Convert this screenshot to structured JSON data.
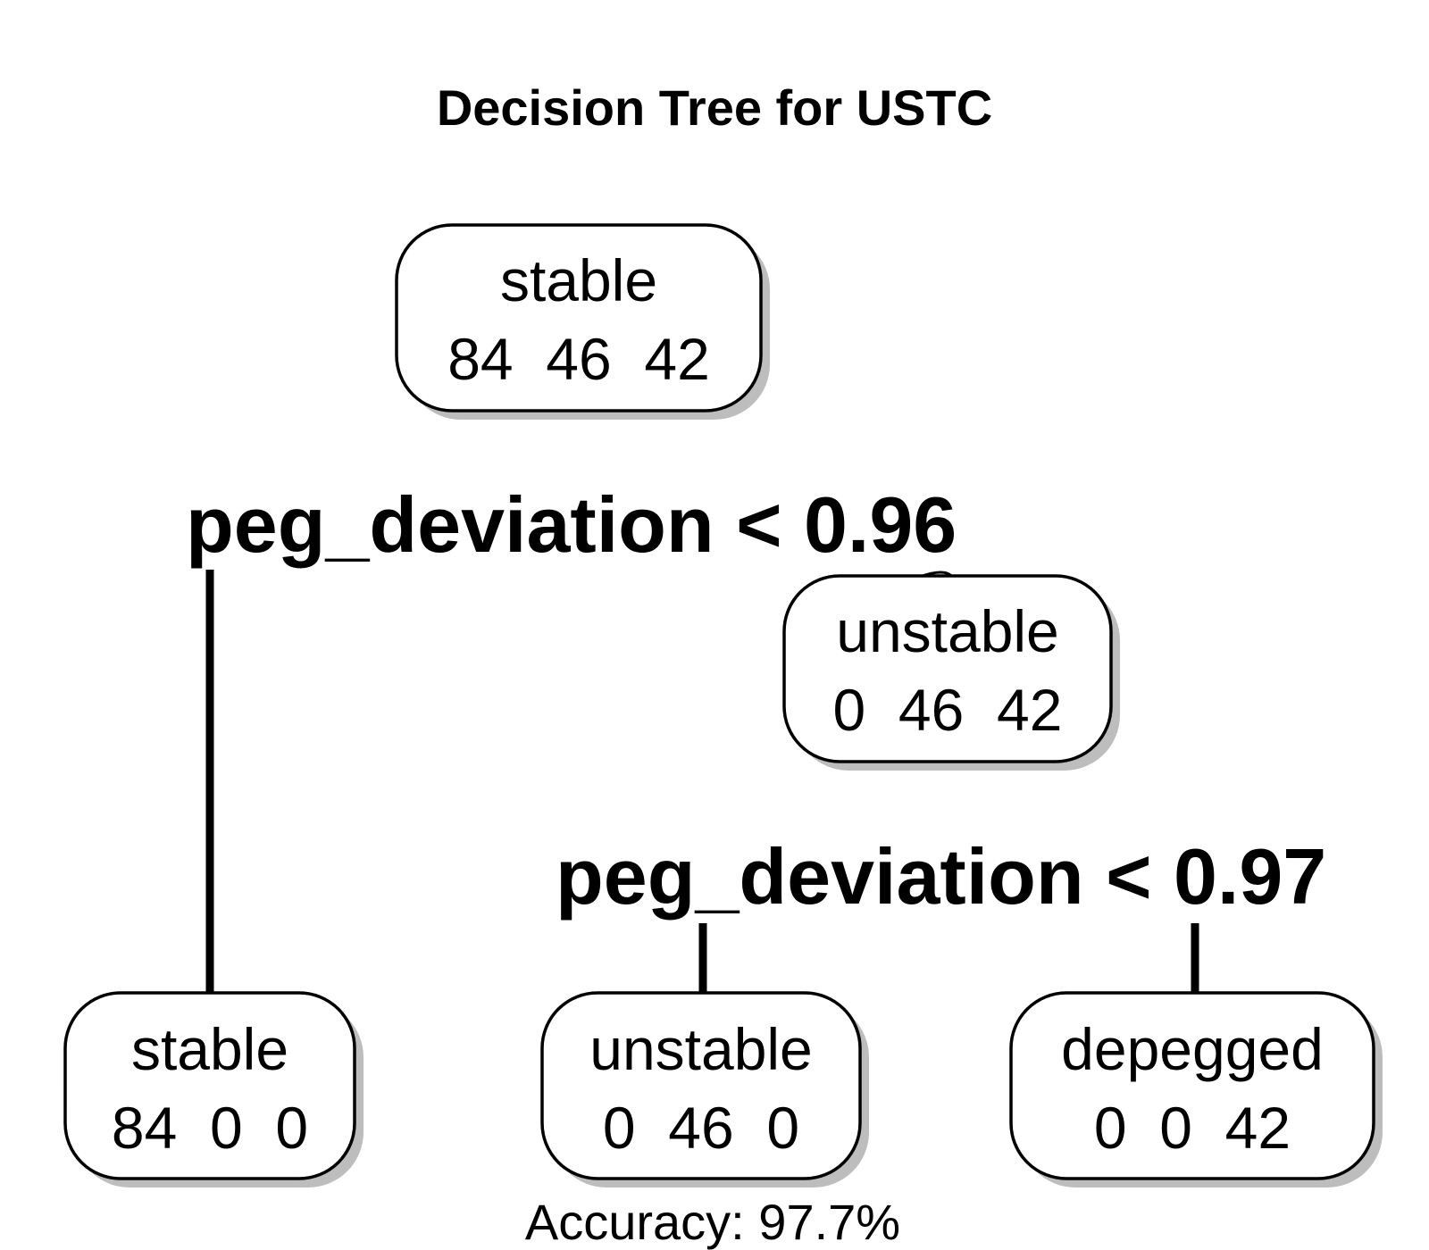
{
  "title": "Decision Tree for USTC",
  "nodes": {
    "root": {
      "class_label": "stable",
      "counts": "84  46  42"
    },
    "internal": {
      "class_label": "unstable",
      "counts": "0  46  42"
    },
    "leaf_stable": {
      "class_label": "stable",
      "counts": "84  0  0"
    },
    "leaf_unstable": {
      "class_label": "unstable",
      "counts": "0  46  0"
    },
    "leaf_depegged": {
      "class_label": "depegged",
      "counts": "0  0  42"
    }
  },
  "splits": {
    "root_split": "peg_deviation < 0.96",
    "internal_split": "peg_deviation < 0.97"
  },
  "caption": "Accuracy: 97.7%"
}
